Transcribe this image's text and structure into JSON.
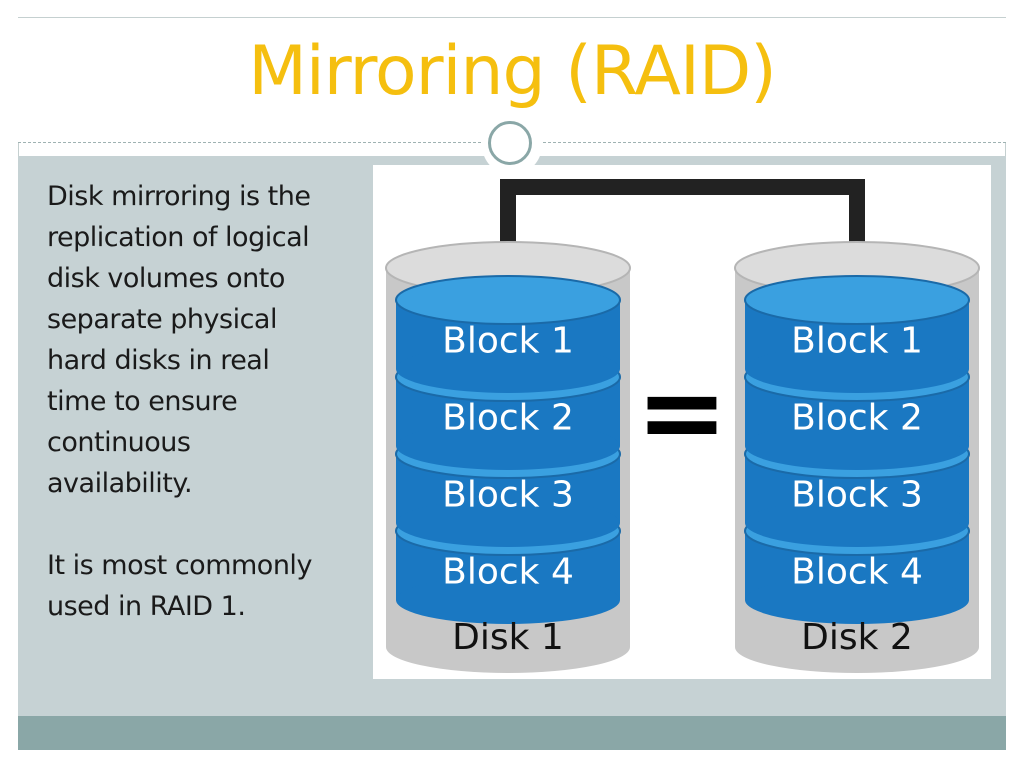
{
  "slide": {
    "title": "Mirroring (RAID)",
    "paragraphs": [
      "Disk mirroring is the replication of logical disk volumes onto separate physical hard disks in real time to ensure continuous availability.",
      "It is most commonly used in RAID 1."
    ],
    "paragraph_lines": [
      [
        "Disk mirroring is the",
        "replication of logical",
        "disk volumes onto",
        "separate physical",
        "hard disks in real",
        "time to ensure",
        "continuous",
        "availability."
      ],
      [
        "It is most commonly",
        "used in RAID 1."
      ]
    ]
  },
  "diagram": {
    "disks": [
      {
        "label": "Disk 1",
        "blocks": [
          "Block 1",
          "Block 2",
          "Block 3",
          "Block 4"
        ]
      },
      {
        "label": "Disk 2",
        "blocks": [
          "Block 1",
          "Block 2",
          "Block 3",
          "Block 4"
        ]
      }
    ],
    "equals_symbol": "=",
    "colors": {
      "title": "#f5bf0f",
      "block_fill": "#1a78c2",
      "block_top": "#3aa0e0",
      "disk_body": "#c8c8c8",
      "connector": "#222222",
      "body_background": "#c6d2d4",
      "footer": "#8aa7a7"
    }
  }
}
